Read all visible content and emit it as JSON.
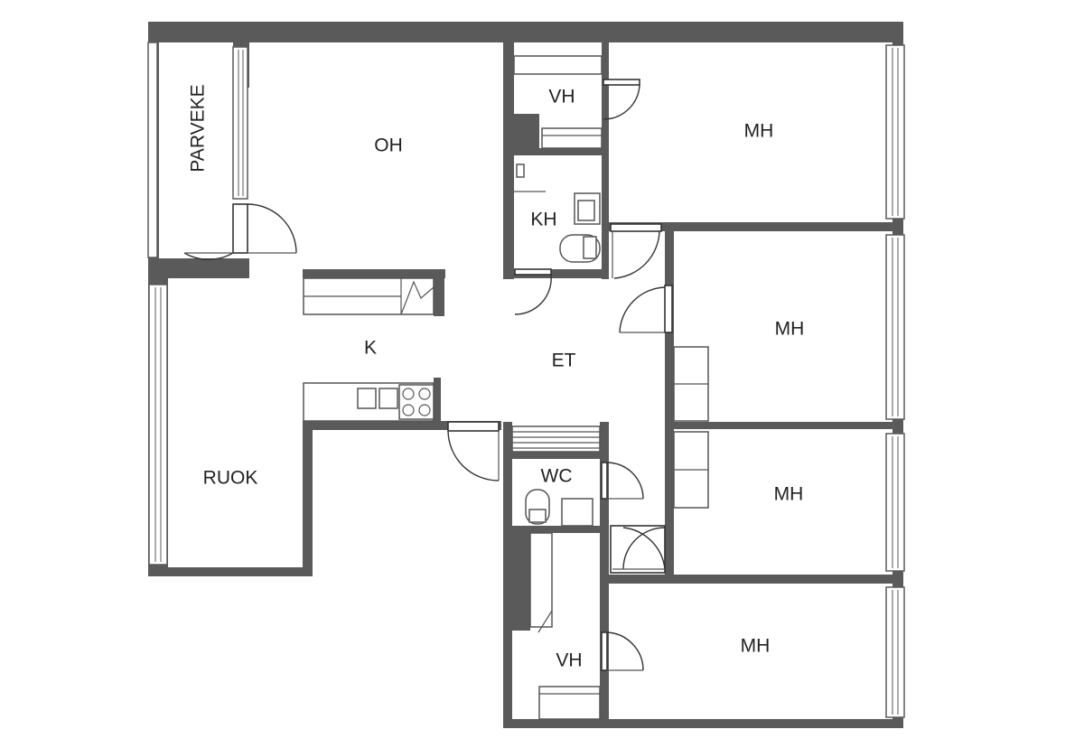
{
  "rooms": {
    "parveke": "PARVEKE",
    "oh": "OH",
    "vh_top": "VH",
    "mh_1": "MH",
    "kh": "KH",
    "k": "K",
    "et": "ET",
    "mh_2": "MH",
    "ruok": "RUOK",
    "wc": "WC",
    "mh_3": "MH",
    "vh_bottom": "VH",
    "mh_4": "MH"
  },
  "colors": {
    "wall": "#5a5a5a",
    "background": "#ffffff",
    "text": "#222222"
  }
}
